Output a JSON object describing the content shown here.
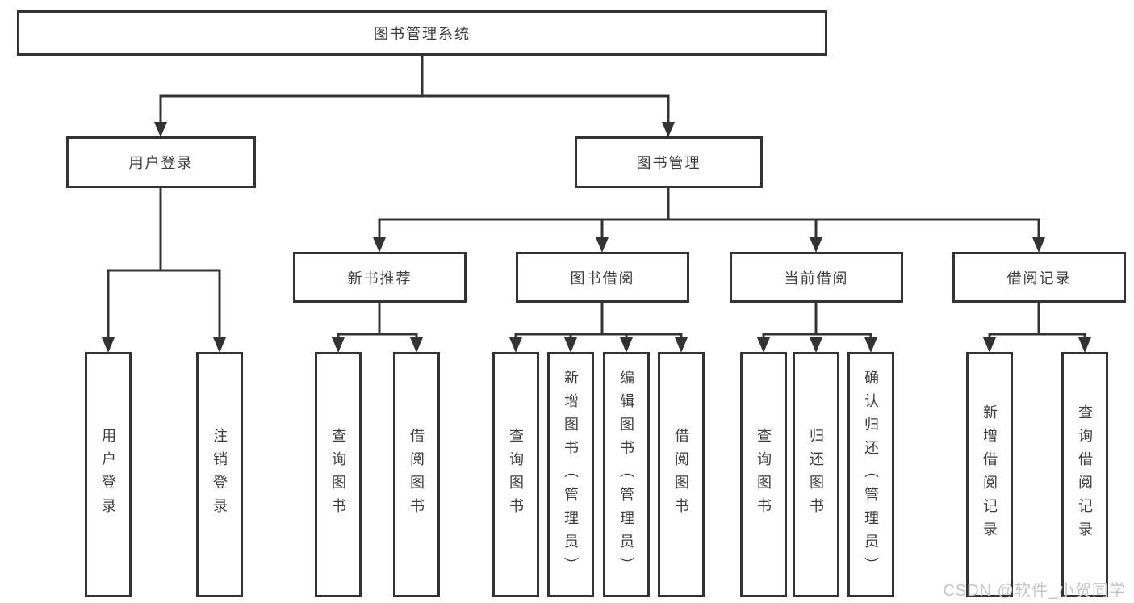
{
  "tree": {
    "label": "图书管理系统",
    "children": [
      {
        "label": "用户登录",
        "children": [
          {
            "label": "用户登录"
          },
          {
            "label": "注销登录"
          }
        ]
      },
      {
        "label": "图书管理",
        "children": [
          {
            "label": "新书推荐",
            "children": [
              {
                "label": "查询图书"
              },
              {
                "label": "借阅图书"
              }
            ]
          },
          {
            "label": "图书借阅",
            "children": [
              {
                "label": "查询图书"
              },
              {
                "label": "新增图书（管理员）"
              },
              {
                "label": "编辑图书（管理员）"
              },
              {
                "label": "借阅图书"
              }
            ]
          },
          {
            "label": "当前借阅",
            "children": [
              {
                "label": "查询图书"
              },
              {
                "label": "归还图书"
              },
              {
                "label": "确认归还（管理员）"
              }
            ]
          },
          {
            "label": "借阅记录",
            "children": [
              {
                "label": "新增借阅记录"
              },
              {
                "label": "查询借阅记录"
              }
            ]
          }
        ]
      }
    ]
  },
  "watermark": {
    "text": "CSDN @软件_小贺同学"
  },
  "colors": {
    "line": "#333333",
    "text": "#3d3d3d",
    "box_fill": "#ffffff",
    "watermark": "#c5c5c5",
    "bg": "#ffffff"
  }
}
